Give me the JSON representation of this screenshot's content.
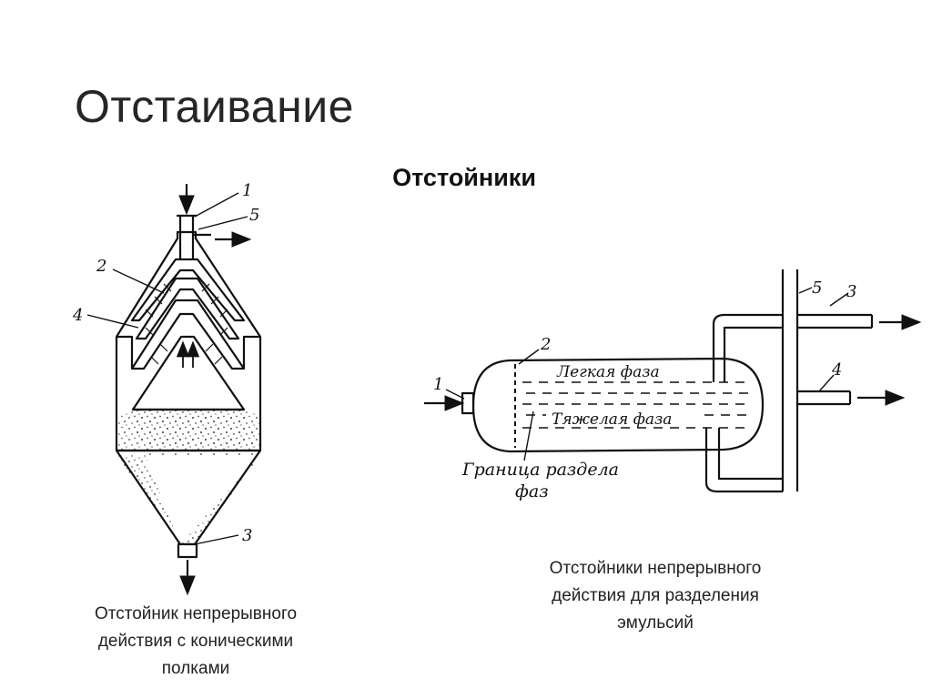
{
  "slide": {
    "title": "Отстаивание",
    "subtitle": "Отстойники"
  },
  "left_diagram": {
    "callouts": [
      "1",
      "2",
      "3",
      "4",
      "5"
    ],
    "caption": "Отстойник непрерывного\nдействия с коническими\nполками"
  },
  "right_diagram": {
    "callouts": [
      "1",
      "2",
      "3",
      "4",
      "5"
    ],
    "light_phase": "Легкая фаза",
    "heavy_phase": "Тяжелая фаза",
    "interface_label_line1": "Граница раздела",
    "interface_label_line2": "фаз",
    "caption": "Отстойники непрерывного\nдействия для разделения\nэмульсий"
  }
}
